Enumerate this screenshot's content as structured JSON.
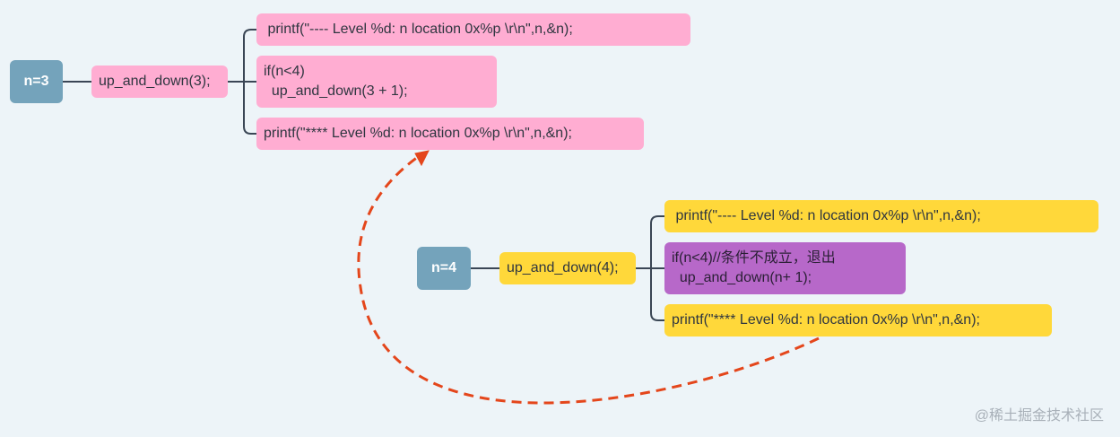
{
  "diagram": {
    "level3": {
      "root_label": "n=3",
      "call_label": "up_and_down(3);",
      "printf_before": " printf(\"---- Level %d: n location 0x%p \\r\\n\",n,&n);",
      "if_line1": "if(n<4)",
      "if_line2": "  up_and_down(3 + 1);",
      "printf_after": "printf(\"**** Level %d: n location 0x%p \\r\\n\",n,&n);"
    },
    "level4": {
      "root_label": "n=4",
      "call_label": "up_and_down(4);",
      "printf_before": " printf(\"---- Level %d: n location 0x%p \\r\\n\",n,&n);",
      "if_line1": "if(n<4)//条件不成立，退出",
      "if_line2": "  up_and_down(n+ 1);",
      "printf_after": "printf(\"**** Level %d: n location 0x%p \\r\\n\",n,&n);"
    },
    "watermark": "@稀土掘金技术社区"
  },
  "colors": {
    "root": "#74a3bb",
    "level3_nodes": "#ffadd2",
    "level4_nodes": "#ffd83a",
    "failed_condition": "#b768c9",
    "return_arrow": "#e4461b",
    "connector": "#3a4655"
  }
}
